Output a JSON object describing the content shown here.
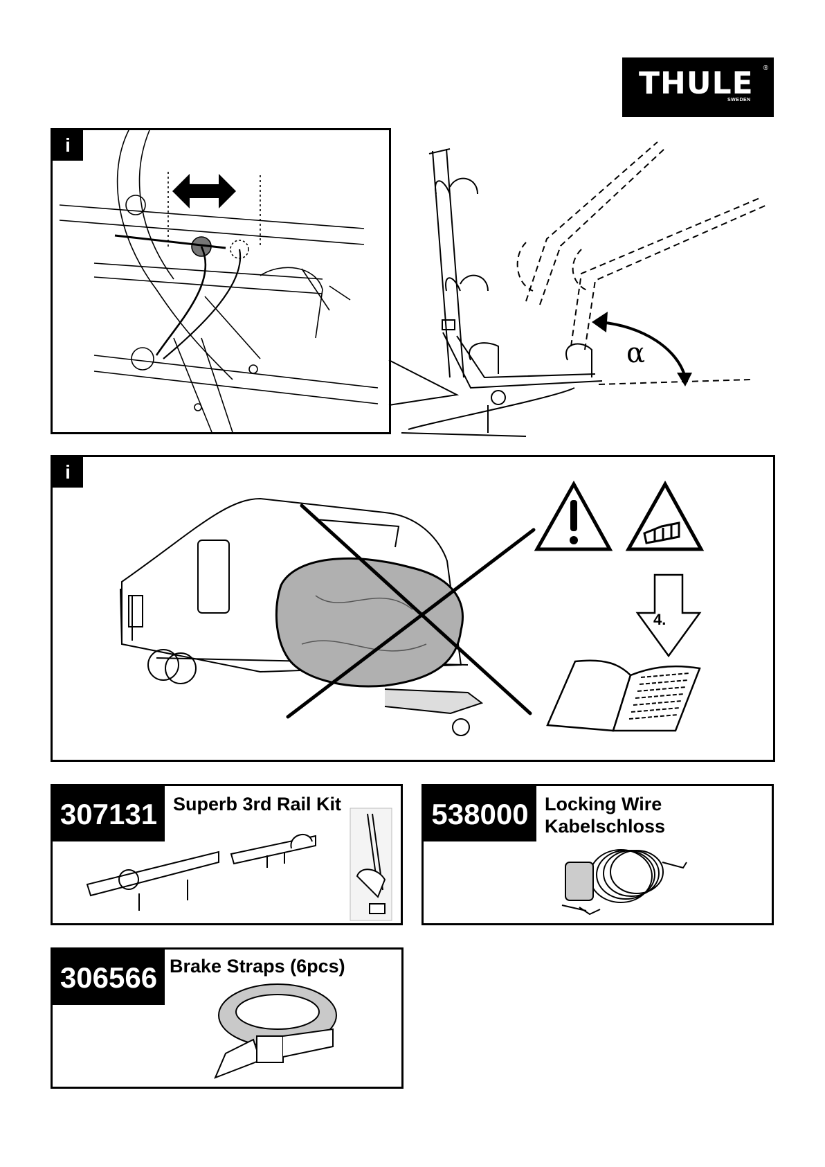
{
  "logo": {
    "brand": "THULE",
    "sub": "SWEDEN",
    "mark": "®"
  },
  "panel_top": {
    "tag": "i",
    "angle_symbol": "α"
  },
  "panel_mid": {
    "tag": "i",
    "manual_step": "4."
  },
  "products": [
    {
      "number": "307131",
      "title": "Superb 3rd Rail Kit"
    },
    {
      "number": "538000",
      "title_lines": [
        "Locking Wire",
        "Kabelschloss"
      ]
    },
    {
      "number": "306566",
      "title": "Brake Straps (6pcs)"
    }
  ]
}
